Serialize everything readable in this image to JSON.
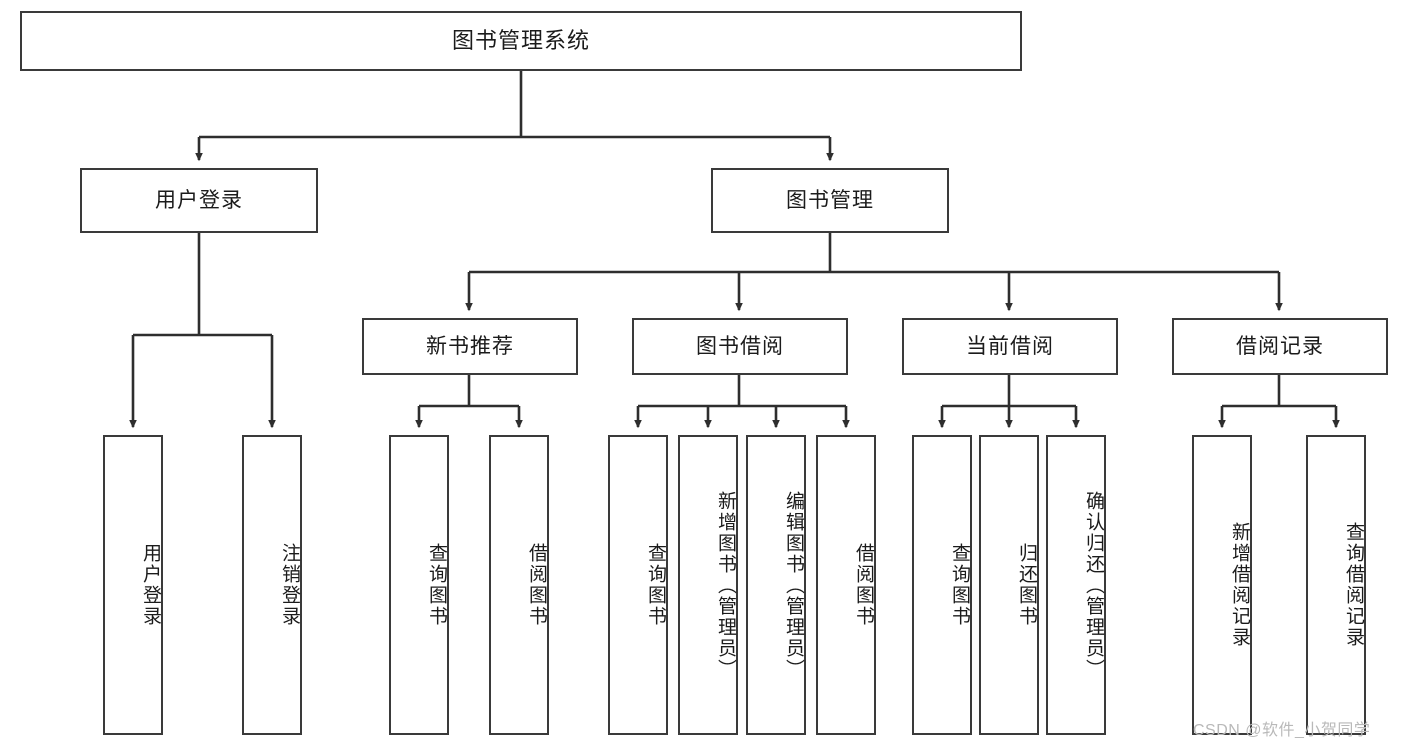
{
  "diagram": {
    "type": "tree-hierarchy",
    "title": "图书管理系统",
    "orientation": "top-down",
    "watermark": "CSDN @软件_小贺同学",
    "colors": {
      "box_border": "#3a3a3a",
      "box_fill": "#ffffff",
      "edge": "#2e2e2e",
      "text": "#1b1b1b",
      "watermark": "#b9b9b9"
    },
    "nodes": {
      "root": {
        "label": "图书管理系统"
      },
      "level2": [
        {
          "id": "login",
          "label": "用户登录"
        },
        {
          "id": "bookmgmt",
          "label": "图书管理"
        }
      ],
      "level3": [
        {
          "id": "newbook",
          "label": "新书推荐"
        },
        {
          "id": "borrow",
          "label": "图书借阅"
        },
        {
          "id": "current",
          "label": "当前借阅"
        },
        {
          "id": "record",
          "label": "借阅记录"
        }
      ],
      "leaves": {
        "login": [
          {
            "label": "用户登录"
          },
          {
            "label": "注销登录"
          }
        ],
        "newbook": [
          {
            "label": "查询图书"
          },
          {
            "label": "借阅图书"
          }
        ],
        "borrow": [
          {
            "label": "查询图书"
          },
          {
            "label": "新增图书（管理员）"
          },
          {
            "label": "编辑图书（管理员）"
          },
          {
            "label": "借阅图书"
          }
        ],
        "current": [
          {
            "label": "查询图书"
          },
          {
            "label": "归还图书"
          },
          {
            "label": "确认归还（管理员）"
          }
        ],
        "record": [
          {
            "label": "新增借阅记录"
          },
          {
            "label": "查询借阅记录"
          }
        ]
      }
    }
  }
}
